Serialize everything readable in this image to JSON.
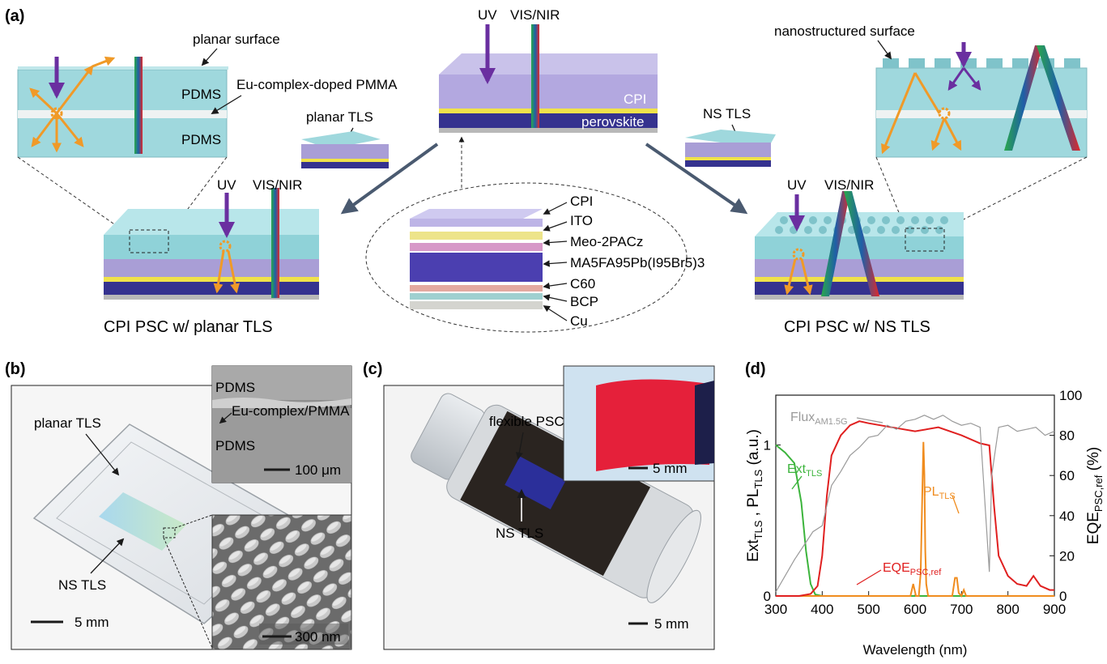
{
  "panel_a": {
    "tag": "(a)",
    "light_uv": "UV",
    "light_vis": "VIS/NIR",
    "top_cpi": "CPI",
    "top_perovskite": "perovskite",
    "planar_tls": "planar TLS",
    "ns_tls": "NS TLS",
    "planar_surface": "planar surface",
    "eu_pmma": "Eu-complex-doped PMMA",
    "pdms_top": "PDMS",
    "pdms_bottom": "PDMS",
    "nanostructured_surface": "nanostructured surface",
    "caption_left": "CPI PSC w/ planar TLS",
    "caption_right": "CPI PSC w/ NS TLS",
    "stack_layers": [
      "CPI",
      "ITO",
      "Meo-2PACz",
      "MA5FA95Pb(I95Br5)3",
      "C60",
      "BCP",
      "Cu"
    ]
  },
  "panel_b": {
    "tag": "(b)",
    "planar_tls": "planar TLS",
    "ns_tls": "NS TLS",
    "scale_main": "5 mm",
    "inset_pdms_top": "PDMS",
    "inset_eu": "Eu-complex/PMMA",
    "inset_pdms_bottom": "PDMS",
    "inset_scale": "100 μm",
    "sem_scale": "300 nm"
  },
  "panel_c": {
    "tag": "(c)",
    "flexible_psc": "flexible PSC",
    "ns_tls": "NS TLS",
    "scale_main": "5 mm",
    "inset_scale": "5 mm"
  },
  "panel_d": {
    "tag": "(d)",
    "xlabel": "Wavelength (nm)",
    "ylabel_left_main": "Ext",
    "ylabel_left_sub": "TLS",
    "ylabel_left_sep": " , PL",
    "ylabel_left_sub2": "TLS",
    "ylabel_left_tail": " (a.u.)",
    "ylabel_right_main": "EQE",
    "ylabel_right_sub": "PSC,ref",
    "ylabel_right_tail": " (%)",
    "lab_flux": "Flux",
    "lab_flux_sub": "AM1.5G",
    "lab_ext": "Ext",
    "lab_ext_sub": "TLS",
    "lab_pl": "PL",
    "lab_pl_sub": "TLS",
    "lab_eqe": "EQE",
    "lab_eqe_sub": "PSC,ref"
  },
  "chart_data": {
    "type": "line",
    "xlabel": "Wavelength (nm)",
    "ylabel": "Ext_TLS , PL_TLS (a.u.)",
    "y2label": "EQE_PSC,ref (%)",
    "xlim": [
      300,
      900
    ],
    "ylim": [
      0,
      1.33
    ],
    "y2lim": [
      0,
      100
    ],
    "x_ticks": [
      300,
      400,
      500,
      600,
      700,
      800,
      900
    ],
    "y_ticks": [
      0,
      1
    ],
    "y2_ticks": [
      0,
      20,
      40,
      60,
      80,
      100
    ],
    "series": [
      {
        "name": "Ext_TLS",
        "axis": "left",
        "color": "#3cb43c",
        "x": [
          300,
          320,
          340,
          355,
          365,
          375,
          385,
          400,
          450,
          900
        ],
        "y": [
          1.0,
          0.95,
          0.88,
          0.62,
          0.3,
          0.08,
          0.01,
          0.0,
          0.0,
          0.0
        ]
      },
      {
        "name": "PL_TLS",
        "axis": "left",
        "color": "#f08c1e",
        "x": [
          300,
          580,
          590,
          596,
          602,
          608,
          612,
          616,
          618,
          620,
          622,
          624,
          628,
          640,
          680,
          686,
          690,
          694,
          700,
          705,
          710,
          720,
          900
        ],
        "y": [
          0.0,
          0.0,
          0.0,
          0.08,
          0.0,
          0.0,
          0.15,
          0.75,
          1.02,
          0.8,
          0.3,
          0.08,
          0.0,
          0.0,
          0.0,
          0.12,
          0.12,
          0.02,
          0.0,
          0.04,
          0.0,
          0.0,
          0.0
        ]
      },
      {
        "name": "EQE_PSC,ref",
        "axis": "right",
        "color": "#e02020",
        "x": [
          300,
          350,
          375,
          390,
          400,
          410,
          420,
          440,
          460,
          480,
          500,
          550,
          600,
          650,
          700,
          740,
          760,
          770,
          780,
          800,
          820,
          840,
          855,
          870,
          890,
          900
        ],
        "y": [
          0,
          0,
          1,
          5,
          20,
          50,
          70,
          80,
          85,
          87,
          86,
          84,
          82,
          84,
          80,
          76,
          75,
          45,
          20,
          10,
          6,
          5,
          10,
          5,
          3,
          3
        ]
      },
      {
        "name": "Flux_AM1.5G",
        "axis": "right",
        "color": "#9a9a9a",
        "x": [
          300,
          320,
          340,
          360,
          380,
          400,
          420,
          440,
          460,
          480,
          500,
          520,
          540,
          560,
          580,
          600,
          620,
          640,
          660,
          680,
          700,
          720,
          740,
          760,
          765,
          780,
          800,
          820,
          840,
          860,
          880,
          900
        ],
        "y": [
          2,
          10,
          18,
          25,
          32,
          35,
          55,
          62,
          70,
          74,
          79,
          80,
          85,
          83,
          87,
          88,
          90,
          88,
          90,
          87,
          85,
          86,
          84,
          12,
          60,
          84,
          85,
          82,
          83,
          84,
          80,
          82
        ]
      }
    ]
  }
}
